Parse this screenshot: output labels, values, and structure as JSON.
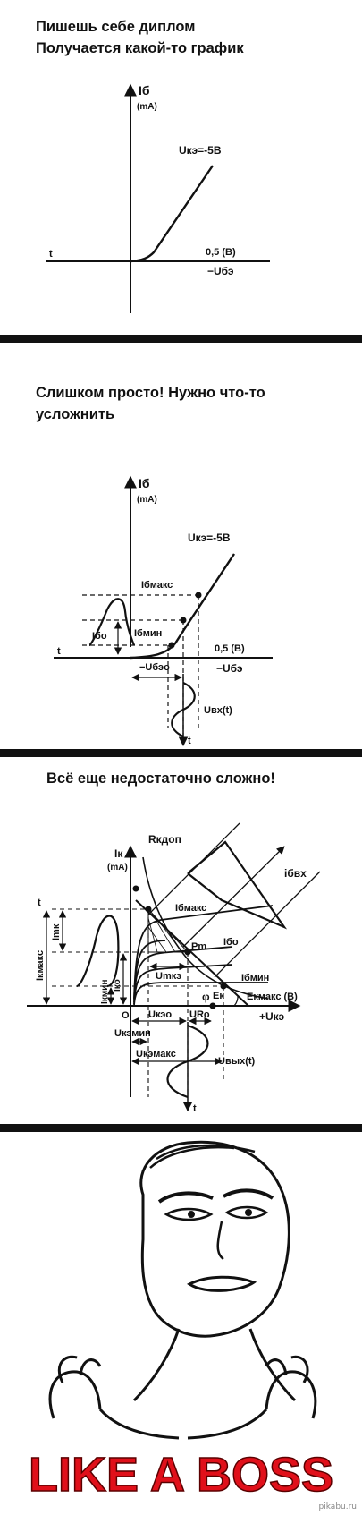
{
  "panel1": {
    "caption_line1": "Пишешь себе диплом",
    "caption_line2": "Получается какой-то график",
    "y_label": "Iб",
    "y_unit": "(mA)",
    "curve_label": "Uкэ=-5В",
    "x_tick": "0,5 (В)",
    "x_label": "−Uбэ",
    "left_label": "t"
  },
  "panel2": {
    "caption_line1": "Слишком просто! Нужно что-то",
    "caption_line2": "усложнить",
    "y_label": "Iб",
    "y_unit": "(mA)",
    "curve_label": "Uкэ=-5В",
    "ib_max": "Iбмакс",
    "ib_min": "Iбмин",
    "ib0": "Iбо",
    "x_tick": "0,5 (В)",
    "x_label": "−Uбэ",
    "ube0": "−Uбэо",
    "uin": "Uвх(t)",
    "t_left": "t",
    "t_bottom": "t"
  },
  "panel3": {
    "caption": "Всё еще недостаточно сложно!",
    "y_label": "Iк",
    "y_unit": "(mA)",
    "r_label": "Rкдоп",
    "ib_in": "iбвх",
    "ib_max": "Iбмакс",
    "ib0": "Iбо",
    "pm": "Pm",
    "umke": "Umкэ",
    "ib_min": "Iбмин",
    "e_max": "Eкмакс (В)",
    "ek": "Eк",
    "phi": "φ",
    "imk": "Imк",
    "ik_max": "Iкмакс",
    "ik0": "Iко",
    "ik_min": "Iкмин",
    "origin": "О",
    "uke0": "Uкэо",
    "uro": "URo",
    "x_label": "+Uкэ",
    "uke_min": "Uкэмин",
    "uke_max": "Uкэмакс",
    "uout": "Uвых(t)",
    "t_left": "t",
    "t_bottom": "t"
  },
  "panel4": {
    "meme_text": "LIKE A BOSS",
    "watermark": "pikabu.ru"
  }
}
